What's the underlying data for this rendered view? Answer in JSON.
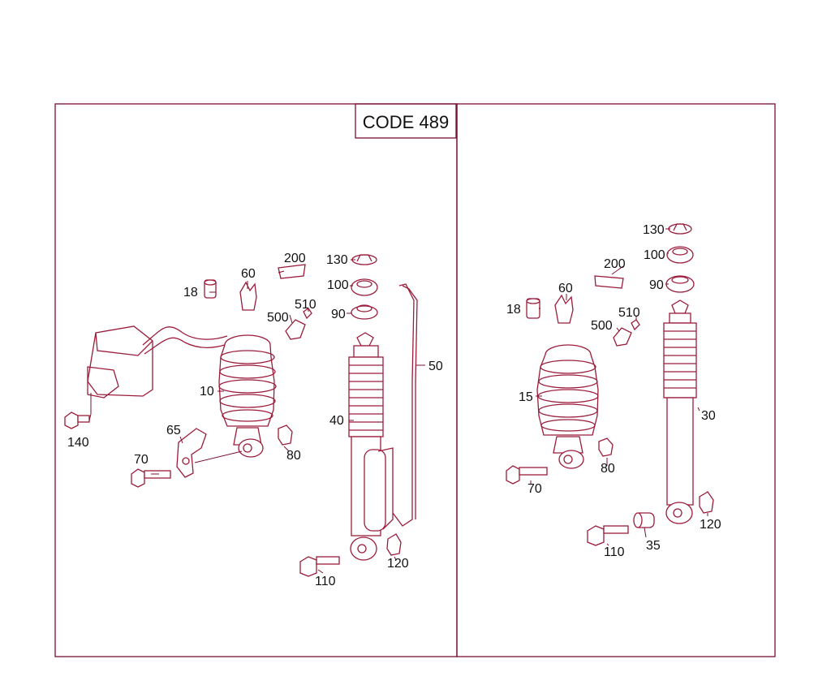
{
  "code_label": "CODE 489",
  "left_panel": {
    "callouts": {
      "c10": "10",
      "c18": "18",
      "c40": "40",
      "c50": "50",
      "c60": "60",
      "c65": "65",
      "c70": "70",
      "c80": "80",
      "c90": "90",
      "c100": "100",
      "c110": "110",
      "c120": "120",
      "c130": "130",
      "c140": "140",
      "c200": "200",
      "c500": "500",
      "c510": "510"
    }
  },
  "right_panel": {
    "callouts": {
      "c15": "15",
      "c18": "18",
      "c30": "30",
      "c35": "35",
      "c60": "60",
      "c70": "70",
      "c80": "80",
      "c90": "90",
      "c100": "100",
      "c110": "110",
      "c120": "120",
      "c130": "130",
      "c200": "200",
      "c500": "500",
      "c510": "510"
    }
  },
  "colors": {
    "outline": "#9b1c3a",
    "frame": "#7a1030",
    "text": "#111111"
  }
}
